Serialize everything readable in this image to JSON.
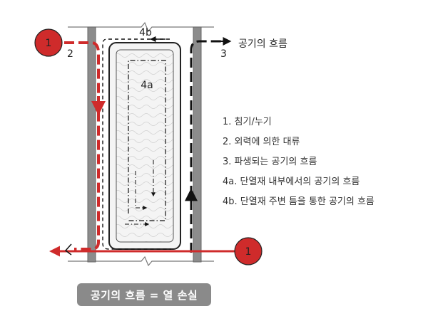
{
  "labels": {
    "callout_1": "1",
    "num_2": "2",
    "num_3": "3",
    "label_4a": "4a",
    "label_4b": "4b",
    "flow_caption": "공기의 흐름"
  },
  "legend": [
    "1. 침기/누기",
    "2. 외력에 의한 대류",
    "3. 파생되는 공기의 흐름",
    "4a. 단열재 내부에서의 공기의 흐름",
    "4b. 단열재 주변 틈을 통한 공기의 흐름"
  ],
  "footer": "공기의 흐름 = 열 손실",
  "colors": {
    "red": "#cf2b2b",
    "black": "#111111",
    "stud_gray": "#8c8c8c",
    "footer_bg": "#8a8a8a"
  }
}
